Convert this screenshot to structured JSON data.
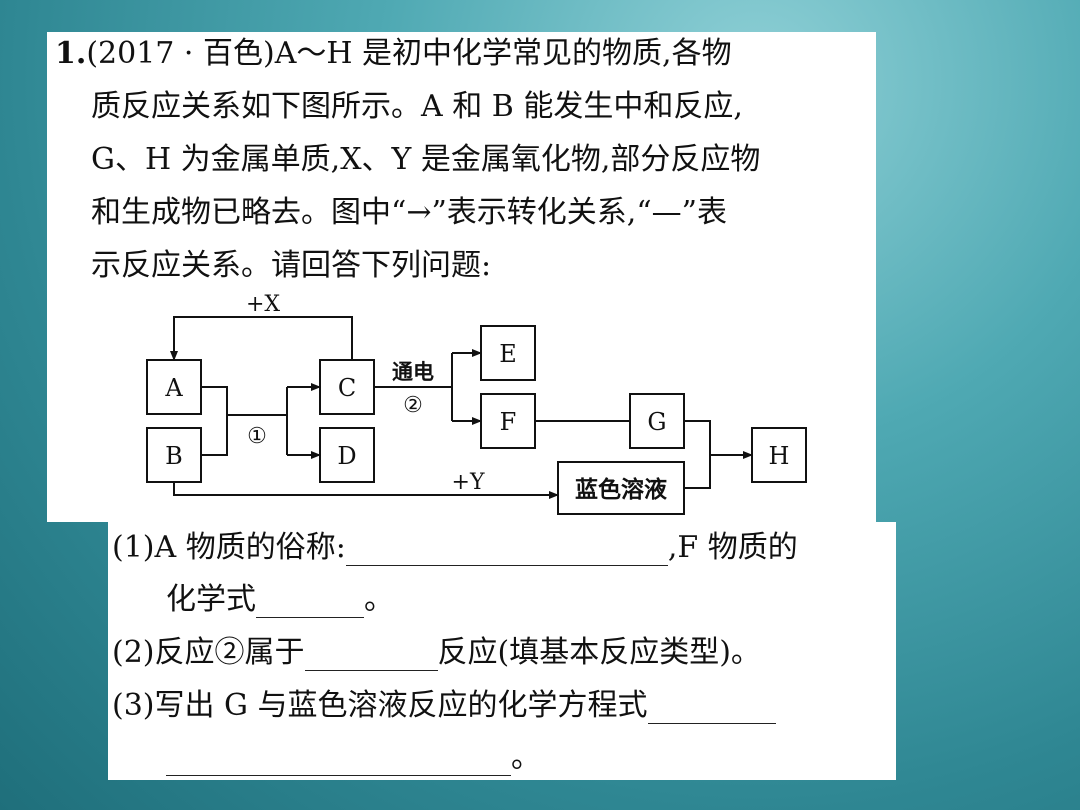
{
  "question": {
    "number": "1.",
    "lines": [
      "(2017 · 百色)A～H 是初中化学常见的物质,各物",
      "质反应关系如下图所示。A 和 B 能发生中和反应,",
      "G、H 为金属单质,X、Y 是金属氧化物,部分反应物",
      "和生成物已略去。图中“→”表示转化关系,“—”表",
      "示反应关系。请回答下列问题:"
    ]
  },
  "diagram": {
    "nodes": {
      "A": "A",
      "B": "B",
      "C": "C",
      "D": "D",
      "E": "E",
      "F": "F",
      "G": "G",
      "H": "H",
      "blue": "蓝色溶液"
    },
    "labels": {
      "plus_x": "+X",
      "plus_y": "+Y",
      "reaction1": "①",
      "electrolysis": "通电",
      "reaction2": "②"
    }
  },
  "sub_questions": {
    "q1_a": "(1)A 物质的俗称:",
    "q1_b": ",F 物质的",
    "q1_c": "化学式",
    "q1_end": "。",
    "q2_a": "(2)反应②属于",
    "q2_b": "反应(填基本反应类型)。",
    "q3_a": "(3)写出 G 与蓝色溶液反应的化学方程式",
    "q3_end": "。"
  }
}
